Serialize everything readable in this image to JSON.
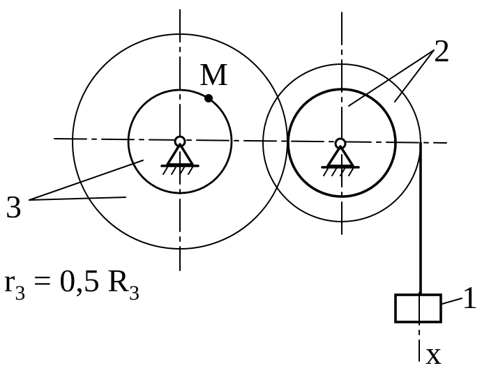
{
  "labels": {
    "point": "M",
    "gear2": "2",
    "gear3": "3",
    "load": "1",
    "coord": "x"
  },
  "formula": {
    "r": "r",
    "r_sub": "3",
    "equals": " = 0,5 ",
    "R": "R",
    "R_sub": "3"
  },
  "colors": {
    "ink": "#000000",
    "paper": "#ffffff"
  }
}
